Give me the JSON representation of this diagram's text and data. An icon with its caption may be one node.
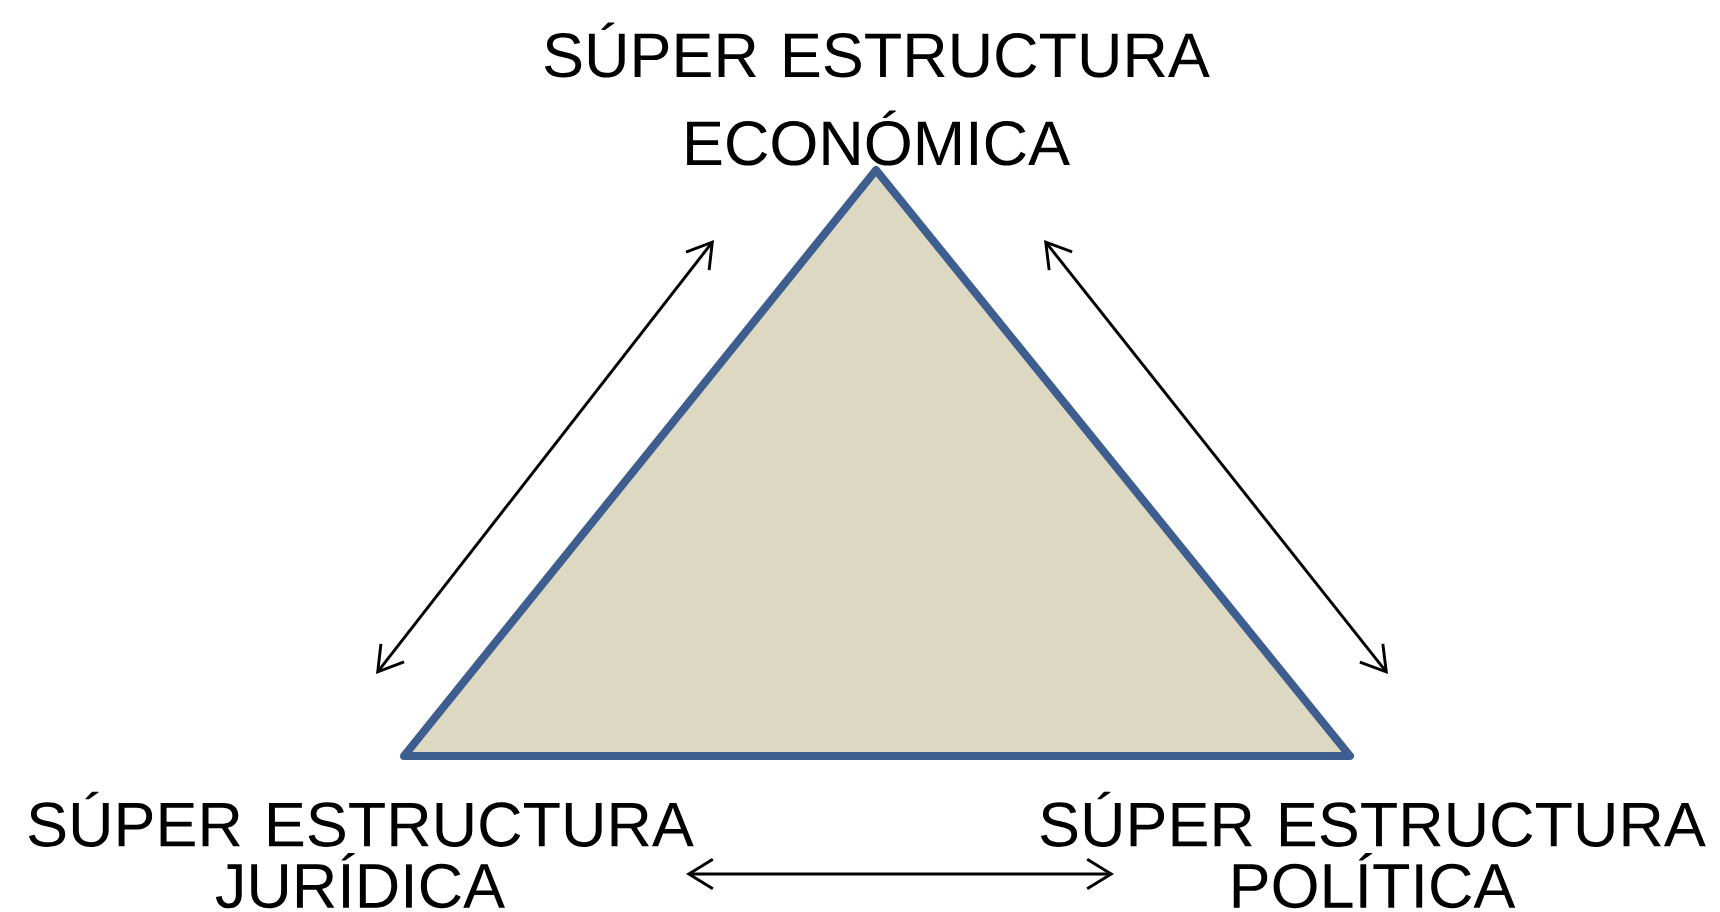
{
  "diagram": {
    "nodes": [
      {
        "text": [
          "SÚPER ESTRUCTURA ECONÓMICA"
        ]
      },
      {
        "text": [
          "SÚPER ESTRUCTURA JURÍDICA"
        ]
      },
      {
        "text": [
          "SÚPER ESTRUCTURA POLÍTICA"
        ]
      }
    ],
    "edges": [
      {
        "from": 0,
        "to": 1,
        "arrow": "both"
      },
      {
        "from": 0,
        "to": 2,
        "arrow": "both"
      },
      {
        "from": 1,
        "to": 2,
        "arrow": "both"
      }
    ]
  }
}
